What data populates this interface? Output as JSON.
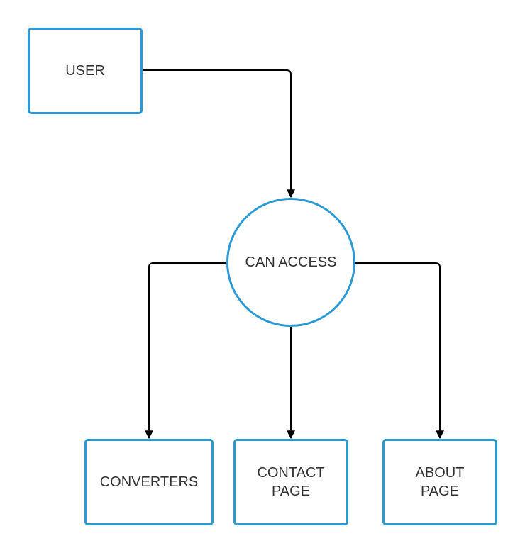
{
  "diagram": {
    "colors": {
      "node_border": "#2b9ad4",
      "edge": "#000000",
      "text": "#333333"
    },
    "nodes": {
      "user": {
        "label": "USER"
      },
      "can_access": {
        "label": "CAN ACCESS"
      },
      "converters": {
        "label": "CONVERTERS"
      },
      "contact_page": {
        "label": "CONTACT\nPAGE"
      },
      "about_page": {
        "label": "ABOUT\nPAGE"
      }
    },
    "edges": [
      {
        "from": "USER",
        "to": "CAN ACCESS"
      },
      {
        "from": "CAN ACCESS",
        "to": "CONVERTERS"
      },
      {
        "from": "CAN ACCESS",
        "to": "CONTACT PAGE"
      },
      {
        "from": "CAN ACCESS",
        "to": "ABOUT PAGE"
      }
    ]
  }
}
